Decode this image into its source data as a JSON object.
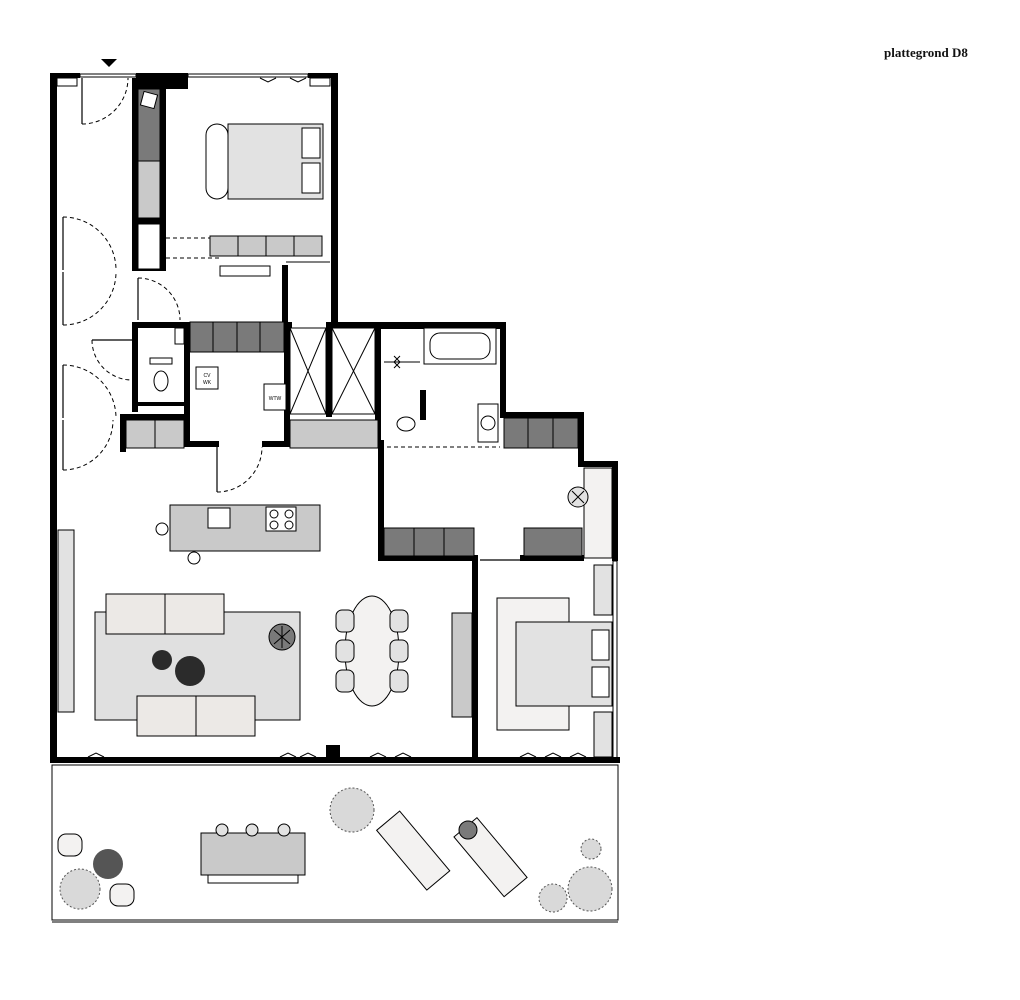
{
  "title": "plattegrond D8",
  "labels": {
    "meter_box": "WTW",
    "cv_box_line1": "CV",
    "cv_box_line2": "WK"
  },
  "colors": {
    "wall": "#000000",
    "cabinet_dark": "#7a7a7a",
    "cabinet_light": "#c9c9c9",
    "rug": "#e0e0e0",
    "furniture": "#ece9e6",
    "plant_dark": "#555555"
  }
}
